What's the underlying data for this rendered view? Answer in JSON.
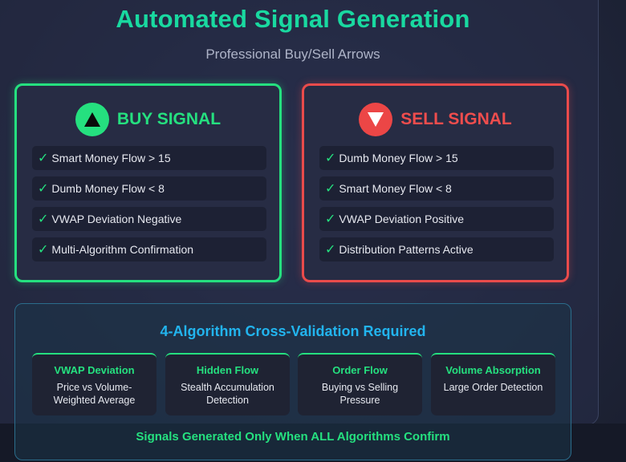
{
  "header": {
    "title": "Automated Signal Generation",
    "subtitle": "Professional Buy/Sell Arrows"
  },
  "buy_card": {
    "icon": "triangle-up-icon",
    "title": "BUY SIGNAL",
    "color": "#25e07f",
    "conditions": [
      "Smart Money Flow > 15",
      "Dumb Money Flow < 8",
      "VWAP Deviation Negative",
      "Multi-Algorithm Confirmation"
    ]
  },
  "sell_card": {
    "icon": "triangle-down-icon",
    "title": "SELL SIGNAL",
    "color": "#ea4b4b",
    "conditions": [
      "Dumb Money Flow > 15",
      "Smart Money Flow < 8",
      "VWAP Deviation Positive",
      "Distribution Patterns Active"
    ]
  },
  "check_glyph": "✓",
  "validation": {
    "title": "4-Algorithm Cross-Validation Required",
    "algorithms": [
      {
        "name": "VWAP Deviation",
        "desc": "Price vs Volume-Weighted Average"
      },
      {
        "name": "Hidden Flow",
        "desc": "Stealth Accumulation Detection"
      },
      {
        "name": "Order Flow",
        "desc": "Buying vs Selling Pressure"
      },
      {
        "name": "Volume Absorption",
        "desc": "Large Order Detection"
      }
    ],
    "footer": "Signals Generated Only When ALL Algorithms Confirm"
  }
}
